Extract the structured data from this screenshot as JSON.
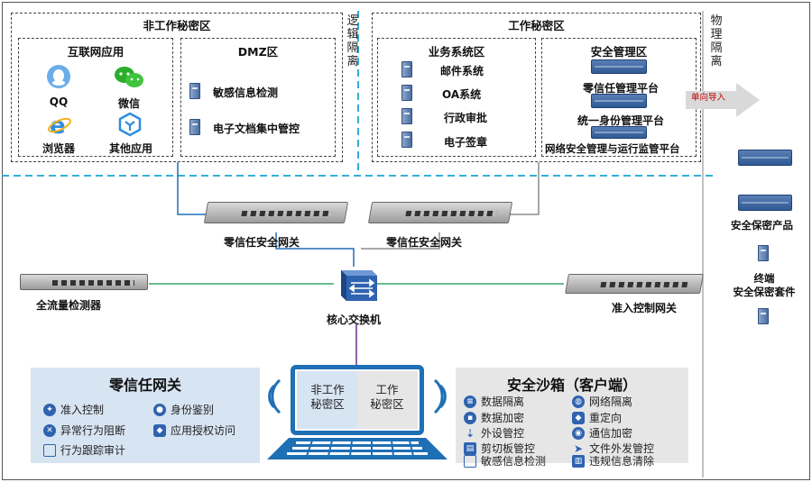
{
  "zones": {
    "non_work": "非工作秘密区",
    "work": "工作秘密区",
    "logical_isolation": "逻辑隔离",
    "physical_isolation": "物理隔离"
  },
  "internet_apps": {
    "title": "互联网应用",
    "items": [
      "QQ",
      "微信",
      "浏览器",
      "其他应用"
    ]
  },
  "dmz": {
    "title": "DMZ区",
    "items": [
      "敏感信息检测",
      "电子文档集中管控"
    ]
  },
  "business": {
    "title": "业务系统区",
    "items": [
      "邮件系统",
      "OA系统",
      "行政审批",
      "电子签章"
    ]
  },
  "security_mgmt": {
    "title": "安全管理区",
    "items": [
      "零信任管理平台",
      "统一身份管理平台",
      "网络安全管理与运行监管平台"
    ]
  },
  "one_way": "单向导入",
  "right_products": {
    "product": "安全保密产品",
    "terminal": "终端\n安全保密套件"
  },
  "network": {
    "gateway_left": "零信任安全网关",
    "gateway_right": "零信任安全网关",
    "traffic_detector": "全流量检测器",
    "core_switch": "核心交换机",
    "access_gateway": "准入控制网关"
  },
  "zt_gateway_panel": {
    "title": "零信任网关",
    "features": [
      "准入控制",
      "身份鉴别",
      "异常行为阻断",
      "应用授权访问",
      "行为跟踪审计"
    ]
  },
  "laptop": {
    "left": "非工作\n秘密区",
    "right": "工作\n秘密区"
  },
  "sandbox_panel": {
    "title": "安全沙箱（客户端）",
    "features": [
      "数据隔离",
      "网络隔离",
      "数据加密",
      "重定向",
      "外设管控",
      "通信加密",
      "剪切板管控",
      "文件外发管控",
      "敏感信息检测",
      "违规信息清除"
    ]
  },
  "colors": {
    "cyan_dash": "#19a5d4",
    "gray_line": "#8c8c8c",
    "blue_line": "#1f6fb5",
    "green_line": "#3aa66a",
    "purple_line": "#6a2d8f",
    "arrow": "#d9d9d9"
  }
}
